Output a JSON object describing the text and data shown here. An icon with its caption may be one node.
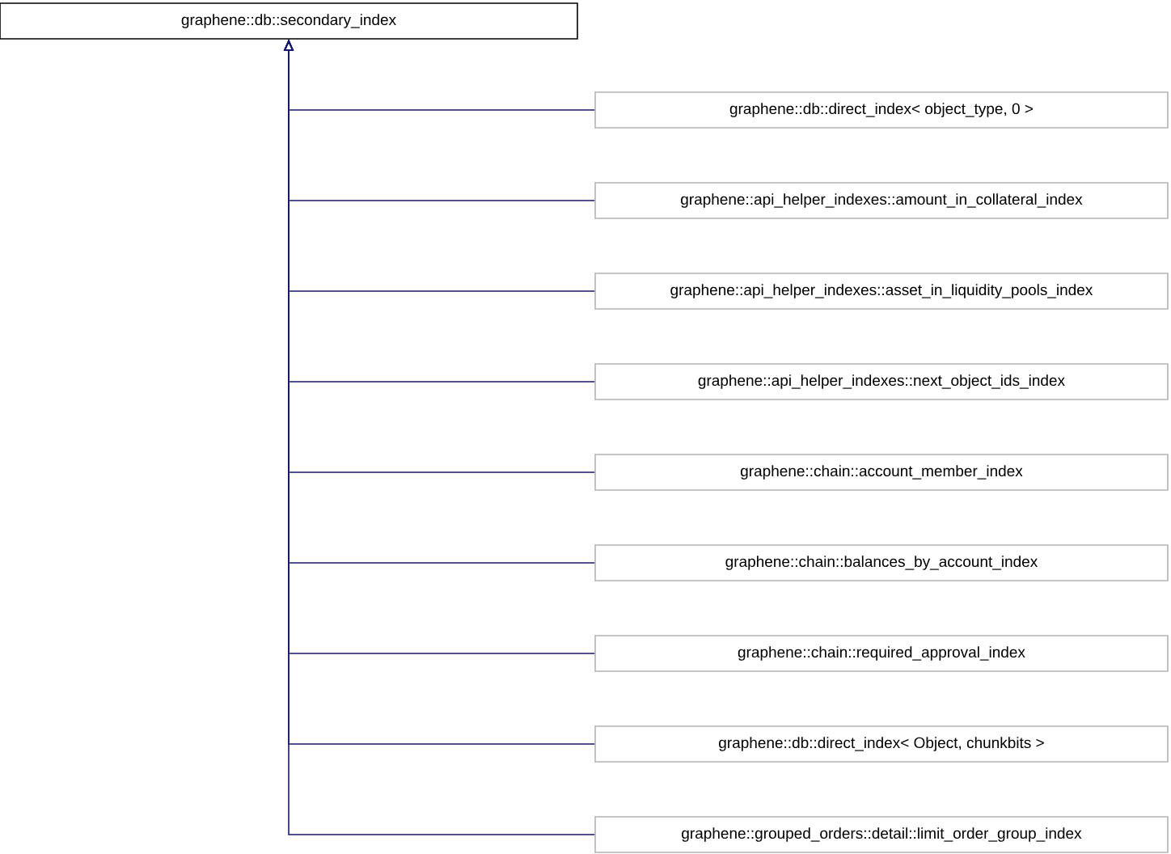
{
  "diagram": {
    "nodes": [
      {
        "text": [
          "graphene::db::secondary_index"
        ]
      },
      {
        "text": [
          "graphene::db::direct_index< object_type, 0 >"
        ]
      },
      {
        "text": [
          "graphene::api_helper_indexes::amount_in_collateral_index"
        ]
      },
      {
        "text": [
          "graphene::api_helper_indexes::asset_in_liquidity_pools_index"
        ]
      },
      {
        "text": [
          "graphene::api_helper_indexes::next_object_ids_index"
        ]
      },
      {
        "text": [
          "graphene::chain::account_member_index"
        ]
      },
      {
        "text": [
          "graphene::chain::balances_by_account_index"
        ]
      },
      {
        "text": [
          "graphene::chain::required_approval_index"
        ]
      },
      {
        "text": [
          "graphene::db::direct_index< Object, chunkbits >"
        ]
      },
      {
        "text": [
          "graphene::grouped_orders::detail::limit_order_group_index"
        ]
      }
    ],
    "edges": [
      {
        "from": 1,
        "to": 0,
        "arrow": "to"
      },
      {
        "from": 2,
        "to": 0,
        "arrow": "to"
      },
      {
        "from": 3,
        "to": 0,
        "arrow": "to"
      },
      {
        "from": 4,
        "to": 0,
        "arrow": "to"
      },
      {
        "from": 5,
        "to": 0,
        "arrow": "to"
      },
      {
        "from": 6,
        "to": 0,
        "arrow": "to"
      },
      {
        "from": 7,
        "to": 0,
        "arrow": "to"
      },
      {
        "from": 8,
        "to": 0,
        "arrow": "to"
      },
      {
        "from": 9,
        "to": 0,
        "arrow": "to"
      }
    ]
  }
}
